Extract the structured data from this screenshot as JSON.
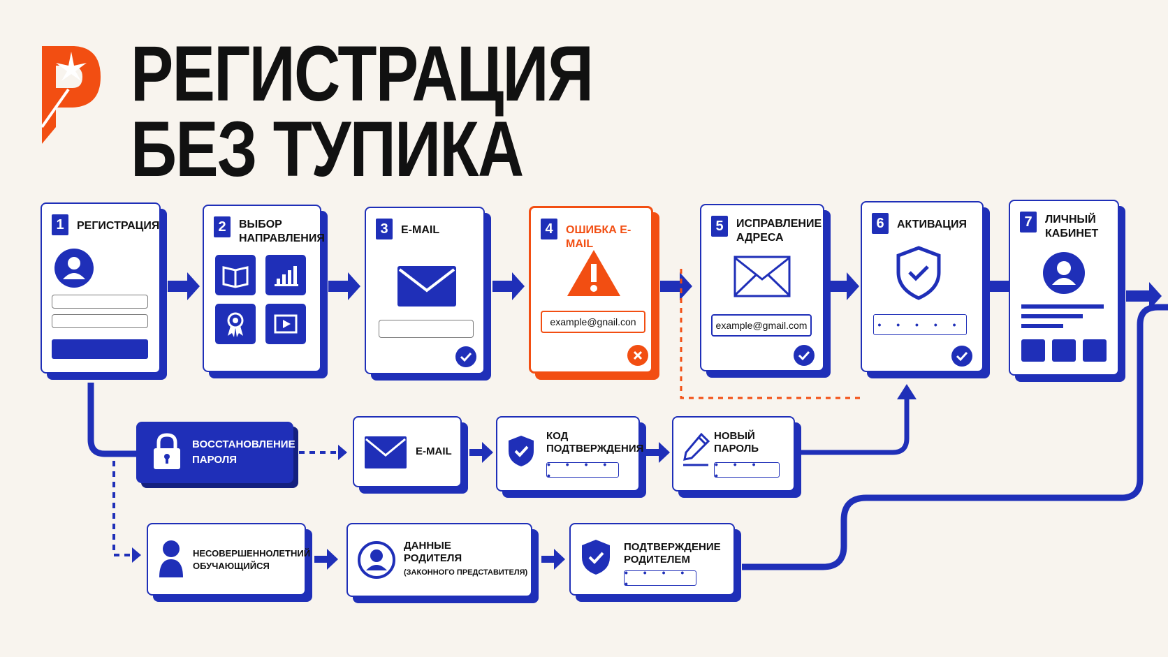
{
  "title": {
    "line1": "РЕГИСТРАЦИЯ",
    "line2": "БЕЗ ТУПИКА"
  },
  "colors": {
    "blue": "#1f2fb8",
    "orange": "#f24e12",
    "background": "#f8f4ee"
  },
  "logo": {
    "icon": "stylized-p-logo-icon"
  },
  "steps": [
    {
      "num": "1",
      "title": "РЕГИСТРАЦИЯ"
    },
    {
      "num": "2",
      "title": "ВЫБОР НАПРАВЛЕНИЯ"
    },
    {
      "num": "3",
      "title": "E-MAIL"
    },
    {
      "num": "4",
      "title": "ОШИБКА E-MAIL",
      "email": "example@gnail.con"
    },
    {
      "num": "5",
      "title": "ИСПРАВЛЕНИЕ АДРЕСА",
      "email": "example@gmail.com"
    },
    {
      "num": "6",
      "title": "АКТИВАЦИЯ"
    },
    {
      "num": "7",
      "title": "ЛИЧНЫЙ КАБИНЕТ"
    }
  ],
  "recovery": {
    "start": "ВОССТАНОВЛЕНИЕ ПАРОЛЯ",
    "email": "E-MAIL",
    "code": "КОД ПОДТВЕРЖДЕНИЯ",
    "new_password": "НОВЫЙ ПАРОЛЬ",
    "code_dots": "• • • • •",
    "password_dots": "• • • •"
  },
  "minor": {
    "student": "НЕСОВЕРШЕННОЛЕТНИЙ ОБУЧАЮЩИЙСЯ",
    "parent_data": "ДАННЫЕ РОДИТЕЛЯ",
    "parent_note": "(ЗАКОННОГО ПРЕДСТАВИТЕЛЯ)",
    "confirm": "ПОДТВЕРЖДЕНИЕ РОДИТЕЛЕМ",
    "confirm_dots": "• • • • •"
  }
}
